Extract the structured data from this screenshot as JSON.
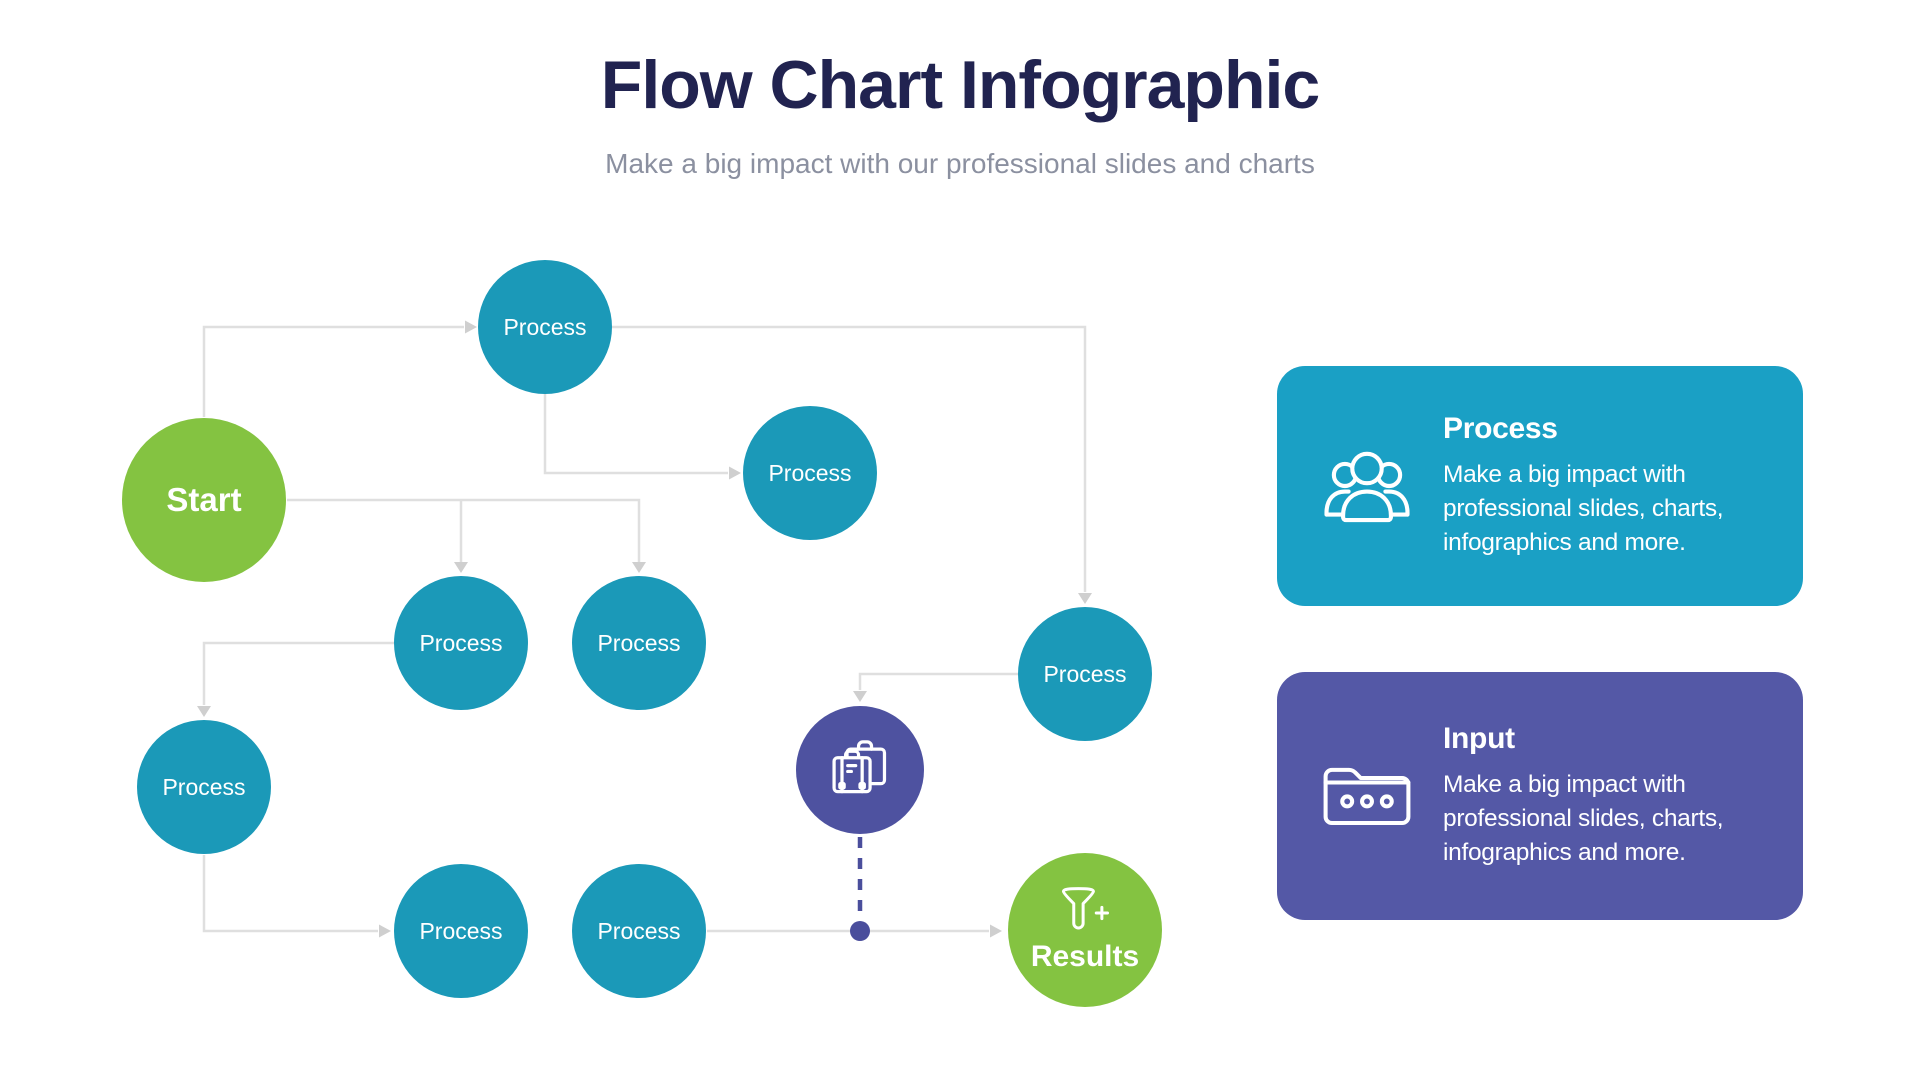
{
  "header": {
    "title": "Flow Chart Infographic",
    "subtitle": "Make a big impact with our professional slides and charts"
  },
  "flowchart": {
    "nodes": [
      {
        "id": "start",
        "label": "Start",
        "type": "start"
      },
      {
        "id": "process-1",
        "label": "Process",
        "type": "process"
      },
      {
        "id": "process-2",
        "label": "Process",
        "type": "process"
      },
      {
        "id": "process-3",
        "label": "Process",
        "type": "process"
      },
      {
        "id": "process-4",
        "label": "Process",
        "type": "process"
      },
      {
        "id": "process-5",
        "label": "Process",
        "type": "process"
      },
      {
        "id": "process-6",
        "label": "Process",
        "type": "process"
      },
      {
        "id": "process-7",
        "label": "Process",
        "type": "process"
      },
      {
        "id": "process-8",
        "label": "Process",
        "type": "process"
      },
      {
        "id": "input",
        "label": "",
        "type": "input",
        "icon": "luggage-icon"
      },
      {
        "id": "results",
        "label": "Results",
        "type": "end",
        "icon": "funnel-plus-icon"
      }
    ],
    "edges": [
      {
        "from": "start",
        "to": "process-1",
        "style": "solid-arrow"
      },
      {
        "from": "process-1",
        "to": "process-8",
        "style": "solid-arrow"
      },
      {
        "from": "process-1",
        "to": "process-2",
        "style": "solid-arrow"
      },
      {
        "from": "start",
        "to": "process-3",
        "style": "solid-arrow"
      },
      {
        "from": "start",
        "to": "process-4",
        "style": "solid-arrow"
      },
      {
        "from": "process-3",
        "to": "process-5",
        "style": "solid-arrow"
      },
      {
        "from": "process-5",
        "to": "process-6",
        "style": "solid-arrow"
      },
      {
        "from": "process-7",
        "to": "results",
        "style": "solid-arrow"
      },
      {
        "from": "process-8",
        "to": "input",
        "style": "solid-arrow"
      },
      {
        "from": "input",
        "to": "results",
        "style": "dashed-dot"
      }
    ]
  },
  "cards": [
    {
      "id": "process-card",
      "title": "Process",
      "icon": "team-icon",
      "body": "Make a big impact with professional slides, charts, infographics and more."
    },
    {
      "id": "input-card",
      "title": "Input",
      "icon": "folder-icon",
      "body": "Make a big impact with professional slides, charts, infographics and more."
    }
  ],
  "colors": {
    "title_navy": "#212350",
    "subtitle_gray": "#8b90a0",
    "teal_node": "#1b99b8",
    "teal_card": "#1aa0c5",
    "green": "#84c341",
    "purple_node": "#4e52a0",
    "purple_card": "#5458a6",
    "navy": "#4a4e9c",
    "line_gray": "#dfdfdf",
    "arrow_gray": "#cfcfcf"
  }
}
